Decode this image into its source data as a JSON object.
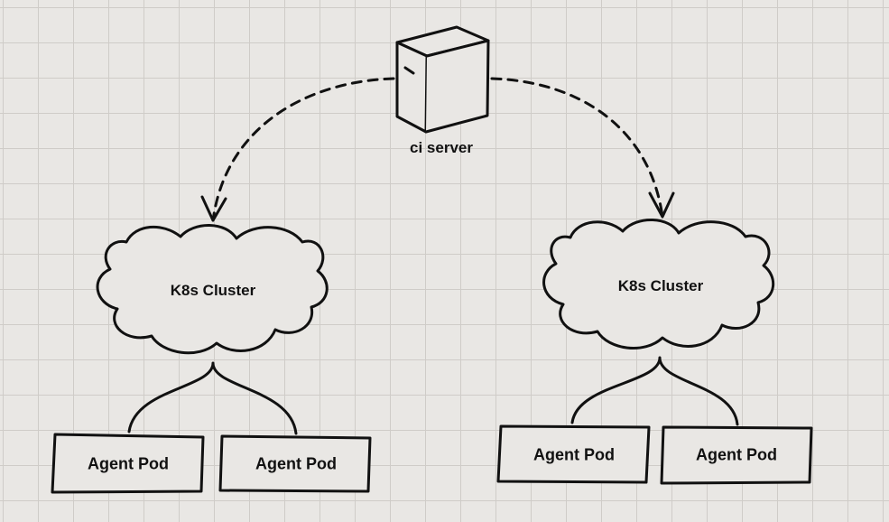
{
  "colors": {
    "ink": "#111111",
    "background": "#e9e7e4",
    "grid": "#cfccc8"
  },
  "server": {
    "icon": "server-icon",
    "label": "ci server"
  },
  "clusters": [
    {
      "icon": "cloud-icon",
      "label": "K8s Cluster",
      "pods": [
        {
          "label": "Agent Pod"
        },
        {
          "label": "Agent Pod"
        }
      ]
    },
    {
      "icon": "cloud-icon",
      "label": "K8s Cluster",
      "pods": [
        {
          "label": "Agent Pod"
        },
        {
          "label": "Agent Pod"
        }
      ]
    }
  ]
}
